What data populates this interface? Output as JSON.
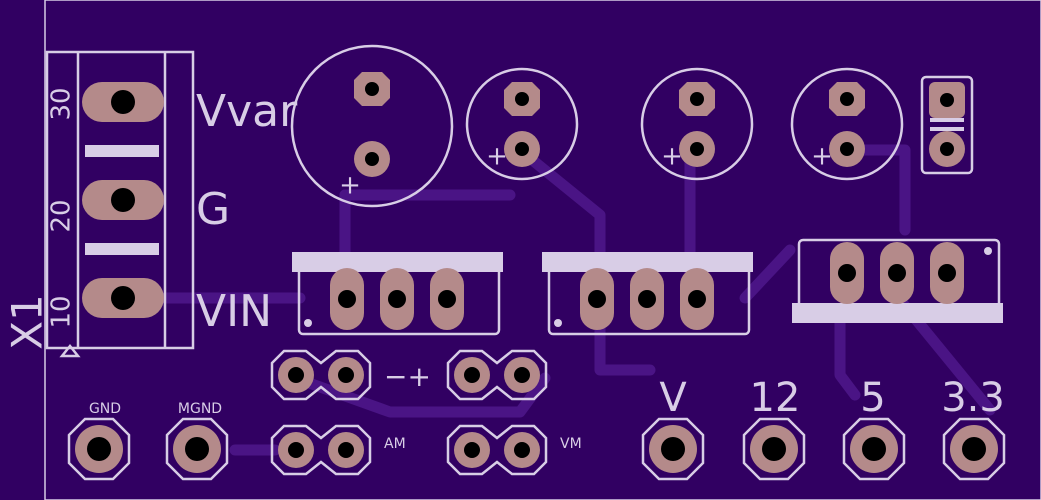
{
  "board": {
    "colors": {
      "board": "#310062",
      "silkscreen": "#d8cde6",
      "copper": "#b48a8a",
      "trace": "#4a1485",
      "drill": "#000000"
    }
  },
  "connector": {
    "ref": "X1",
    "pins": [
      "30",
      "20",
      "10"
    ],
    "labels": [
      "Vvar",
      "G",
      "VIN"
    ]
  },
  "header_labels": {
    "meter_polarity": "−+",
    "ammeter": "AM",
    "voltmeter": "VM"
  },
  "bottom_labels": {
    "gnd": "GND",
    "mgnd": "MGND",
    "v": "V",
    "v12": "12",
    "v5": "5",
    "v33": "3.3"
  },
  "capacitor_marks": [
    "+",
    "+",
    "+",
    "+"
  ]
}
